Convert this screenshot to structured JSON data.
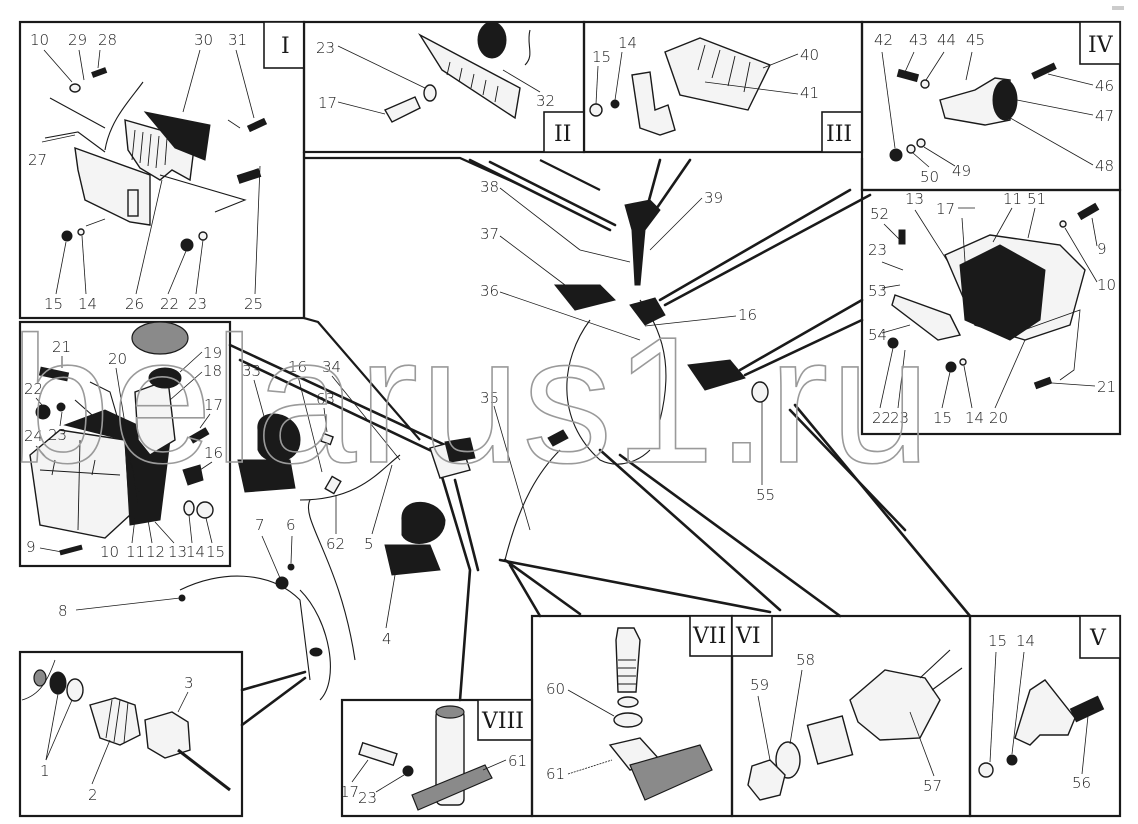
{
  "diagram": {
    "watermark": "belarus1.ru",
    "views": [
      {
        "id": "I",
        "label": "I",
        "callouts": [
          "10",
          "29",
          "28",
          "30",
          "31",
          "27",
          "25",
          "15",
          "14",
          "26",
          "22",
          "23"
        ]
      },
      {
        "id": "II",
        "label": "II",
        "callouts": [
          "23",
          "17",
          "32"
        ]
      },
      {
        "id": "III",
        "label": "III",
        "callouts": [
          "15",
          "14",
          "40",
          "41"
        ]
      },
      {
        "id": "IV",
        "label": "IV",
        "callouts": [
          "42",
          "43",
          "44",
          "45",
          "46",
          "47",
          "48",
          "49",
          "50"
        ]
      },
      {
        "id": "rear-lamp",
        "label": "",
        "callouts": [
          "52",
          "13",
          "17",
          "11",
          "51",
          "9",
          "23",
          "53",
          "10",
          "54",
          "22",
          "23",
          "15",
          "14",
          "20",
          "21"
        ]
      },
      {
        "id": "front-lamp",
        "label": "",
        "callouts": [
          "21",
          "20",
          "19",
          "18",
          "22",
          "23",
          "17",
          "24",
          "16",
          "9",
          "10",
          "11",
          "12",
          "13",
          "14",
          "15"
        ]
      },
      {
        "id": "sensor",
        "label": "",
        "callouts": [
          "1",
          "2",
          "3"
        ]
      },
      {
        "id": "VIII",
        "label": "VIII",
        "callouts": [
          "17",
          "23",
          "61"
        ]
      },
      {
        "id": "VII",
        "label": "VII",
        "callouts": [
          "60",
          "61"
        ]
      },
      {
        "id": "VI",
        "label": "VI",
        "callouts": [
          "59",
          "58",
          "57"
        ]
      },
      {
        "id": "V",
        "label": "V",
        "callouts": [
          "15",
          "14",
          "56"
        ]
      }
    ],
    "main_callouts": {
      "c38": "38",
      "c39": "39",
      "c37": "37",
      "c36": "36",
      "c16a": "16",
      "c33": "33",
      "c16b": "16",
      "c34": "34",
      "c63": "63",
      "c35": "35",
      "c62": "62",
      "c5": "5",
      "c7": "7",
      "c6": "6",
      "c8": "8",
      "c4": "4",
      "c55": "55"
    }
  }
}
